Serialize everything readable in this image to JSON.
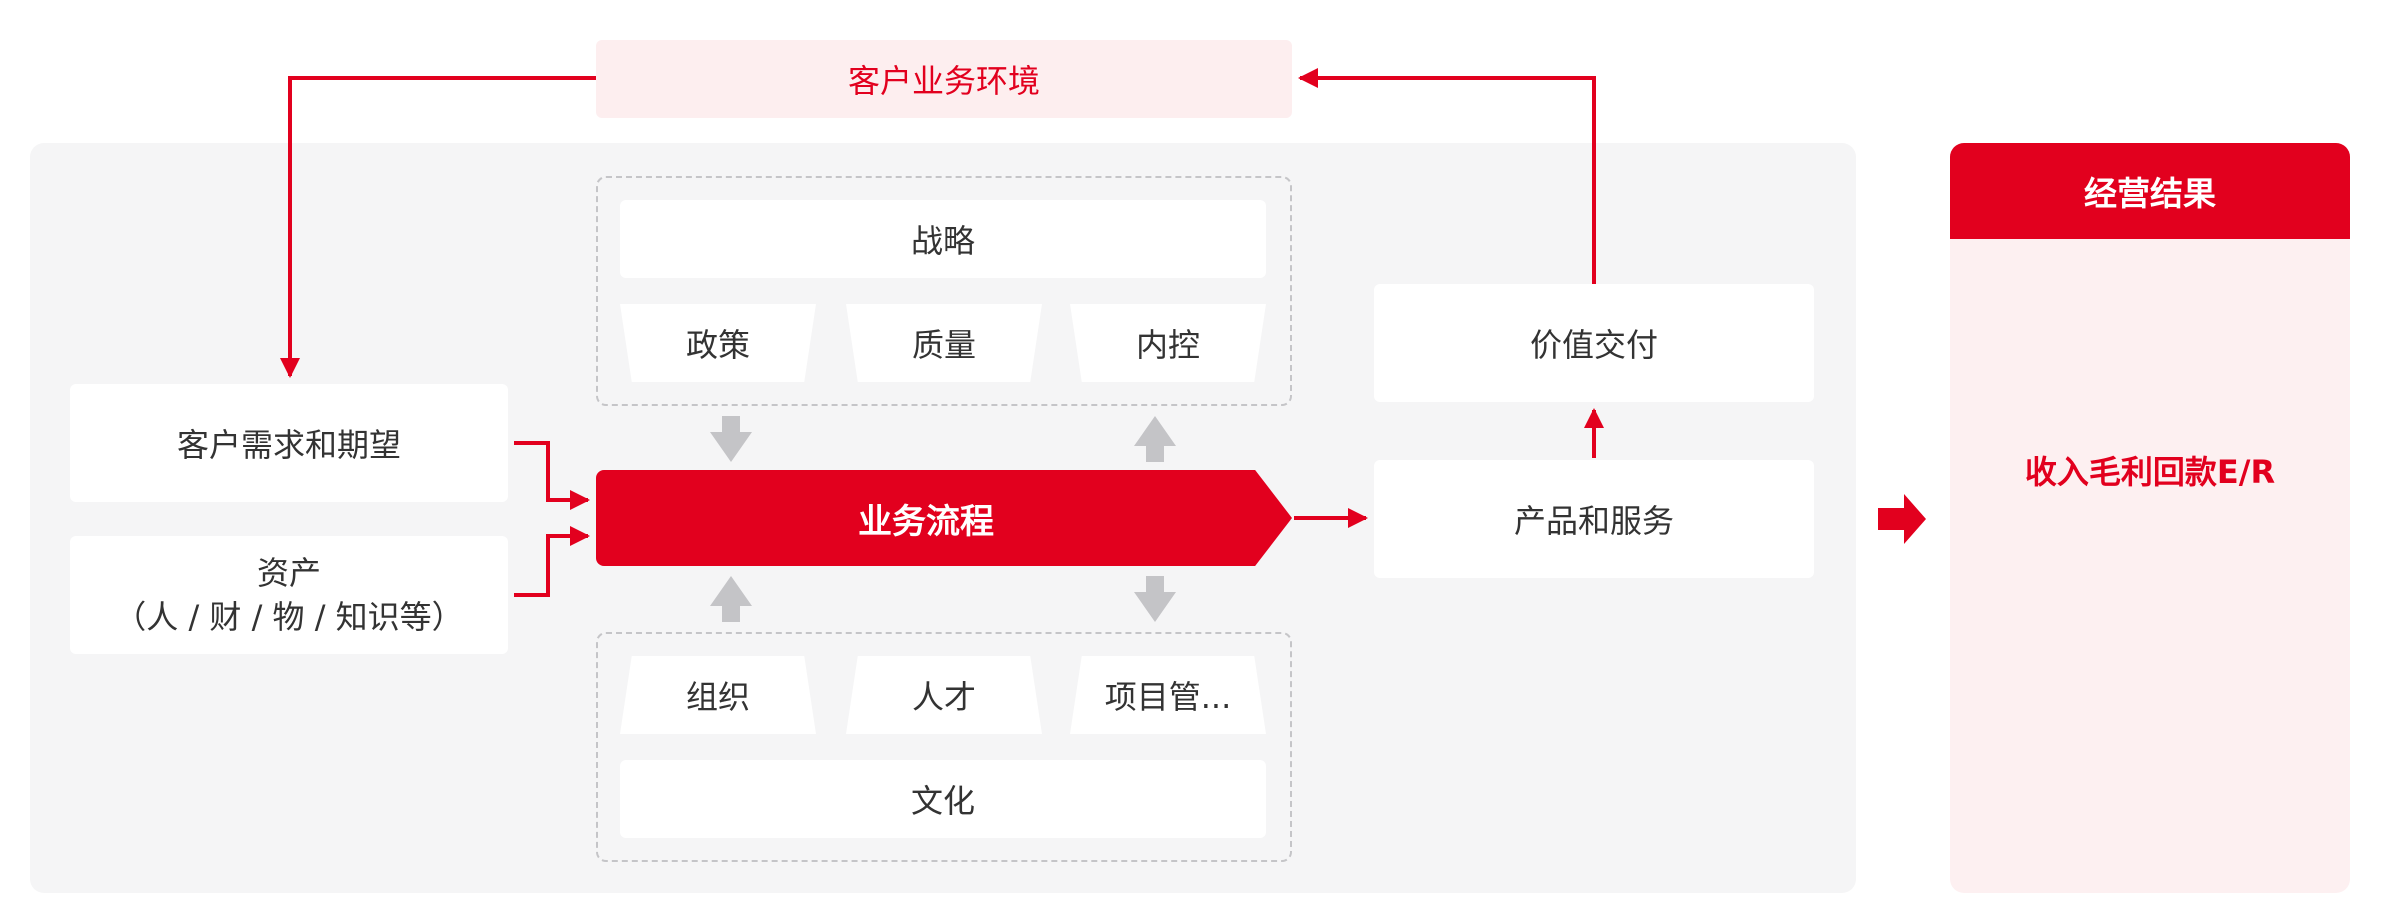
{
  "environment": {
    "label": "客户业务环境"
  },
  "inputs": {
    "demand": "客户需求和期望",
    "assets_line1": "资产",
    "assets_line2": "（人 / 财 / 物 / 知识等）"
  },
  "top_group": {
    "strategy": "战略",
    "items": [
      "政策",
      "质量",
      "内控"
    ]
  },
  "process": {
    "label": "业务流程"
  },
  "bottom_group": {
    "items": [
      "组织",
      "人才",
      "项目管..."
    ],
    "culture": "文化"
  },
  "outputs": {
    "value": "价值交付",
    "product": "产品和服务"
  },
  "result": {
    "title": "经营结果",
    "body": "收入毛利回款E/R"
  },
  "colors": {
    "accent": "#e2001e",
    "panel": "#f5f5f6",
    "env_bg": "#fdeeef",
    "result_bg": "#fdf0f1",
    "arrow_gray": "#c4c4c7"
  }
}
